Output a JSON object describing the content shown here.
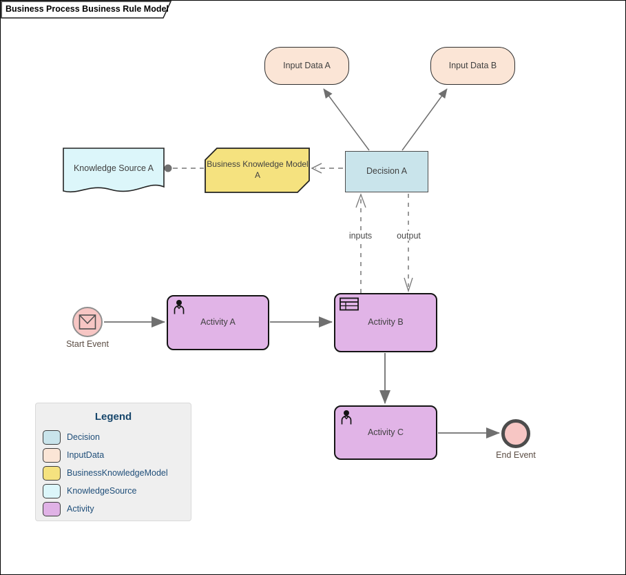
{
  "frame": {
    "title": "Business Process Business Rule Model"
  },
  "nodes": {
    "input_data_a": "Input Data A",
    "input_data_b": "Input Data B",
    "knowledge_source_a": "Knowledge Source A",
    "business_knowledge_model_a": "Business Knowledge Model A",
    "decision_a": "Decision A",
    "activity_a": "Activity A",
    "activity_b": "Activity B",
    "activity_c": "Activity C",
    "start_event": "Start Event",
    "end_event": "End Event"
  },
  "edge_labels": {
    "inputs": "inputs",
    "output": "output"
  },
  "edges": [
    {
      "from": "decision_a",
      "to": "input_data_a",
      "style": "solid-arrow"
    },
    {
      "from": "decision_a",
      "to": "input_data_b",
      "style": "solid-arrow"
    },
    {
      "from": "decision_a",
      "to": "business_knowledge_model_a",
      "style": "dashed-open-arrow"
    },
    {
      "from": "knowledge_source_a",
      "to": "business_knowledge_model_a",
      "style": "dashed-circle-end"
    },
    {
      "from": "activity_b",
      "to": "decision_a",
      "style": "dashed-open-arrow",
      "label": "inputs"
    },
    {
      "from": "decision_a",
      "to": "activity_b",
      "style": "dashed-open-arrow",
      "label": "output"
    },
    {
      "from": "start_event",
      "to": "activity_a",
      "style": "solid-arrow"
    },
    {
      "from": "activity_a",
      "to": "activity_b",
      "style": "solid-arrow"
    },
    {
      "from": "activity_b",
      "to": "activity_c",
      "style": "solid-arrow"
    },
    {
      "from": "activity_c",
      "to": "end_event",
      "style": "solid-arrow"
    }
  ],
  "legend": {
    "title": "Legend",
    "items": [
      {
        "label": "Decision",
        "color": "#C9E4EB"
      },
      {
        "label": "InputData",
        "color": "#FBE5D6"
      },
      {
        "label": "BusinessKnowledgeModel",
        "color": "#F5E27F"
      },
      {
        "label": "KnowledgeSource",
        "color": "#DCF6FA"
      },
      {
        "label": "Activity",
        "color": "#E0B2E6"
      }
    ]
  },
  "colors": {
    "decision": "#C9E4EB",
    "input_data": "#FBE5D6",
    "business_knowledge_model": "#F5E27F",
    "knowledge_source": "#DCF6FA",
    "activity": "#E1B4E7",
    "event_fill": "#F7C6C4",
    "connector": "#6F6F6F",
    "legend_background": "#EFEFEF",
    "legend_text": "#1F4E79"
  }
}
